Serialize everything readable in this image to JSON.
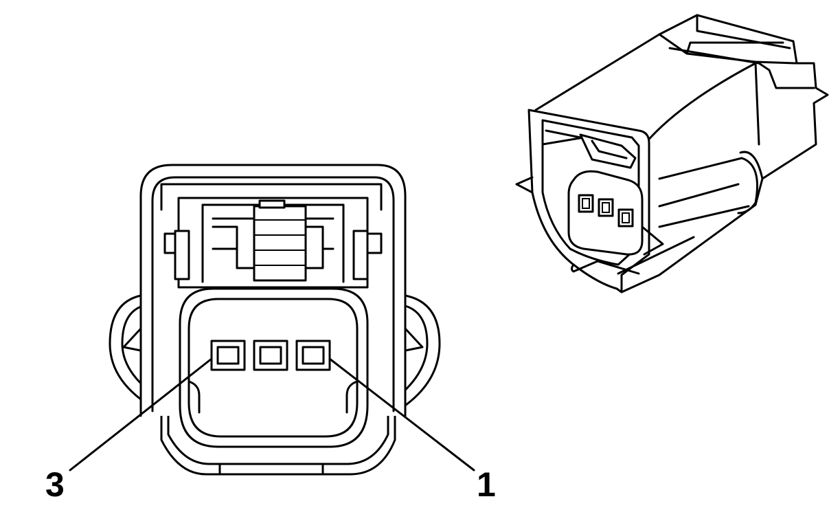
{
  "figure": {
    "callouts": [
      {
        "id": "pin-3",
        "text": "3"
      },
      {
        "id": "pin-1",
        "text": "1"
      }
    ],
    "colors": {
      "line": "#000000",
      "background": "#ffffff"
    }
  }
}
